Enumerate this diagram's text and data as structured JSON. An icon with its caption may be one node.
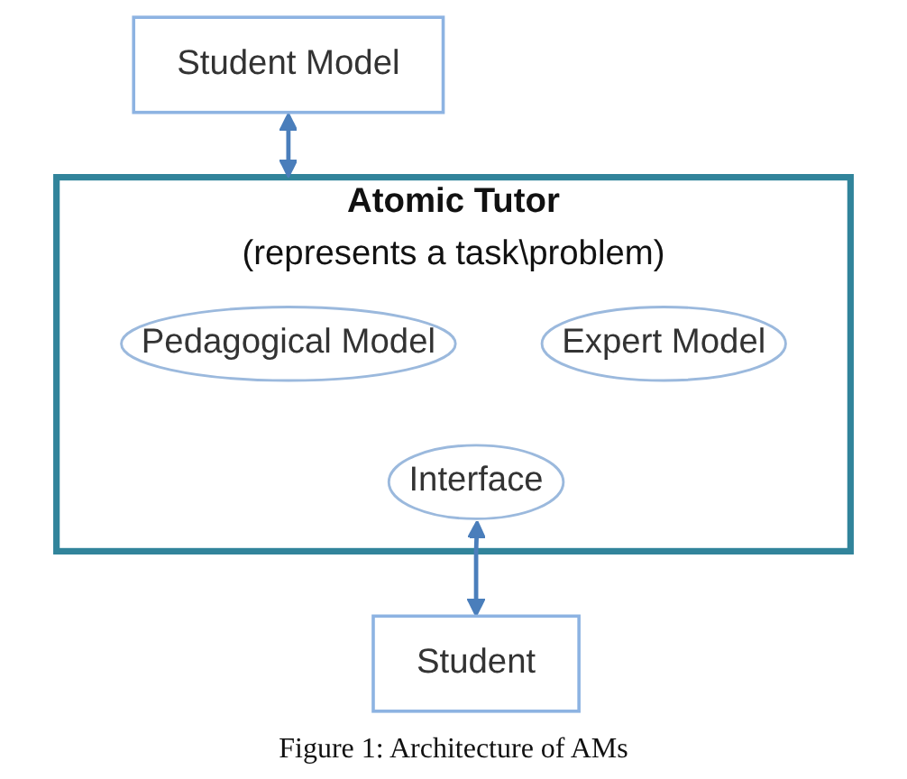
{
  "diagram": {
    "caption": "Figure 1: Architecture of AMs",
    "nodes": [
      {
        "text": [
          "Student Model"
        ]
      },
      {
        "text": [
          "Atomic Tutor",
          "(represents a task\\problem)"
        ]
      },
      {
        "text": [
          "Pedagogical Model"
        ],
        "in": 1
      },
      {
        "text": [
          "Expert Model"
        ],
        "in": 1
      },
      {
        "text": [
          "Interface"
        ],
        "in": 1
      },
      {
        "text": [
          "Student"
        ]
      }
    ],
    "edges": [
      {
        "from": 0,
        "to": 1,
        "arrow": "both"
      },
      {
        "from": 4,
        "to": 5,
        "arrow": "both"
      }
    ]
  }
}
